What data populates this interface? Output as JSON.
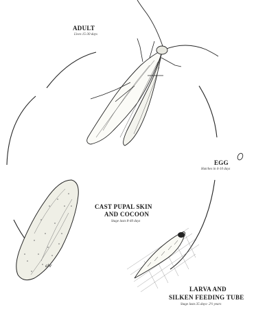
{
  "adult": {
    "title": "ADULT",
    "duration": "Lives 15-30 days"
  },
  "egg": {
    "title": "EGG",
    "duration": "Hatches in 4-10 days"
  },
  "cocoon": {
    "title_line1": "CAST PUPAL SKIN",
    "title_line2": "AND COCOON",
    "duration": "Stage lasts 8-40 days"
  },
  "larva": {
    "title_line1": "LARVA AND",
    "title_line2": "SILKEN FEEDING TUBE",
    "duration": "Stage lasts 35 days- 2½ years"
  },
  "signature": "ahr",
  "colors": {
    "ink": "#1a1a1a",
    "paper": "#ffffff"
  }
}
